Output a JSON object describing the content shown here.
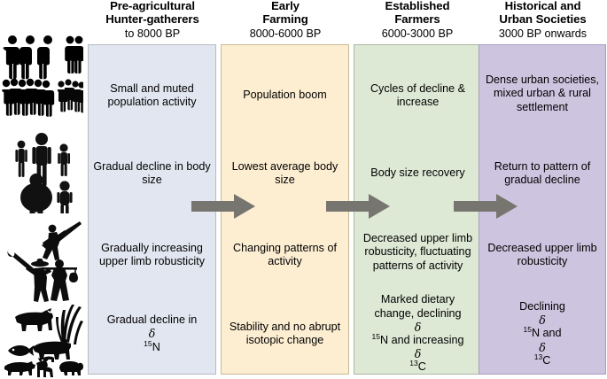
{
  "figure": {
    "type": "four-stage comparison chart",
    "arrow_color": "#77756f",
    "columns": [
      {
        "id": "pre-agricultural",
        "title_line1": "Pre-agricultural",
        "title_line2": "Hunter-gatherers",
        "subtitle": "to 8000 BP",
        "fill": "#e2e6f0",
        "border": "#b9b9c4",
        "cells": [
          {
            "id": "population",
            "text": "Small and muted population activity"
          },
          {
            "id": "body-size",
            "text": "Gradual decline in body size"
          },
          {
            "id": "robusticity",
            "text": "Gradually increasing upper limb robusticity"
          },
          {
            "id": "isotopes",
            "text": "Gradual decline in δ15N",
            "rich": true
          }
        ]
      },
      {
        "id": "early-farming",
        "title_line1": "Early",
        "title_line2": "Farming",
        "subtitle": "8000-6000 BP",
        "fill": "#fdeed2",
        "border": "#c9b895",
        "cells": [
          {
            "id": "population",
            "text": "Population boom"
          },
          {
            "id": "body-size",
            "text": "Lowest average body size"
          },
          {
            "id": "robusticity",
            "text": "Changing patterns of activity"
          },
          {
            "id": "isotopes",
            "text": "Stability and no abrupt isotopic change"
          }
        ]
      },
      {
        "id": "established-farmers",
        "title_line1": "Established",
        "title_line2": "Farmers",
        "subtitle": "6000-3000 BP",
        "fill": "#dde8d5",
        "border": "#a9b8a0",
        "cells": [
          {
            "id": "population",
            "text": "Cycles of decline & increase"
          },
          {
            "id": "body-size",
            "text": "Body size recovery"
          },
          {
            "id": "robusticity",
            "text": "Decreased upper limb robusticity, fluctuating patterns of activity"
          },
          {
            "id": "isotopes",
            "text": "Marked dietary change, declining δ15N and increasing δ13C",
            "rich": true
          }
        ]
      },
      {
        "id": "historical-urban",
        "title_line1": "Historical and",
        "title_line2": "Urban Societies",
        "subtitle": "3000 BP onwards",
        "fill": "#cdc4df",
        "border": "#a99fbd",
        "cells": [
          {
            "id": "population",
            "text": "Dense urban societies, mixed urban & rural settlement"
          },
          {
            "id": "body-size",
            "text": "Return to pattern of gradual decline"
          },
          {
            "id": "robusticity",
            "text": "Decreased upper limb robusticity"
          },
          {
            "id": "isotopes",
            "text": "Declining δ15N and δ13C",
            "rich": true
          }
        ]
      }
    ],
    "row_icons": [
      {
        "id": "population-icon",
        "name": "people-group-icon",
        "label": "population groups pictogram"
      },
      {
        "id": "body-size-icon",
        "name": "body-size-figures-icon",
        "label": "human body size figures pictogram"
      },
      {
        "id": "activity-icon",
        "name": "labour-activity-icon",
        "label": "hunting, farming and carrying figures pictogram"
      },
      {
        "id": "diet-icon",
        "name": "livestock-diet-icon",
        "label": "cattle, fish, pig, deer, sheep and wheat pictogram"
      }
    ],
    "arrows": [
      {
        "id": "arrow-1",
        "from": "pre-agricultural",
        "to": "early-farming"
      },
      {
        "id": "arrow-2",
        "from": "early-farming",
        "to": "established-farmers"
      },
      {
        "id": "arrow-3",
        "from": "established-farmers",
        "to": "historical-urban"
      }
    ]
  }
}
